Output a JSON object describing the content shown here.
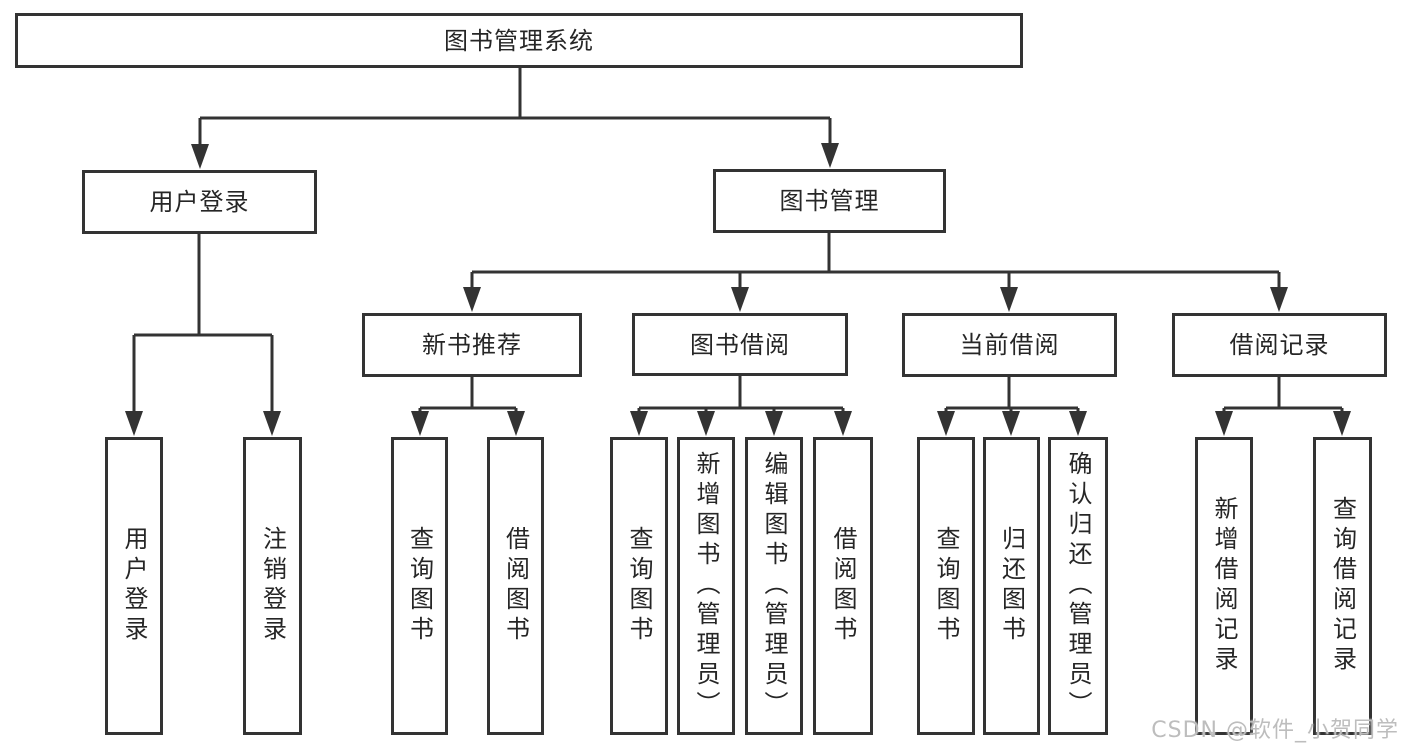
{
  "root": {
    "label": "图书管理系统"
  },
  "branches": {
    "user": {
      "label": "用户登录",
      "leaves": [
        {
          "label": "用户登录"
        },
        {
          "label": "注销登录"
        }
      ]
    },
    "book": {
      "label": "图书管理",
      "groups": [
        {
          "label": "新书推荐",
          "leaves": [
            {
              "label": "查询图书"
            },
            {
              "label": "借阅图书"
            }
          ]
        },
        {
          "label": "图书借阅",
          "leaves": [
            {
              "label": "查询图书"
            },
            {
              "label": "新增图书（管理员）"
            },
            {
              "label": "编辑图书（管理员）"
            },
            {
              "label": "借阅图书"
            }
          ]
        },
        {
          "label": "当前借阅",
          "leaves": [
            {
              "label": "查询图书"
            },
            {
              "label": "归还图书"
            },
            {
              "label": "确认归还（管理员）"
            }
          ]
        },
        {
          "label": "借阅记录",
          "leaves": [
            {
              "label": "新增借阅记录"
            },
            {
              "label": "查询借阅记录"
            }
          ]
        }
      ]
    }
  },
  "watermark": {
    "text": "CSDN @软件_小贺同学"
  },
  "colors": {
    "line": "#333333",
    "box_border": "#333333",
    "text": "#262626",
    "background": "#ffffff",
    "watermark": "#bdbdbd"
  }
}
